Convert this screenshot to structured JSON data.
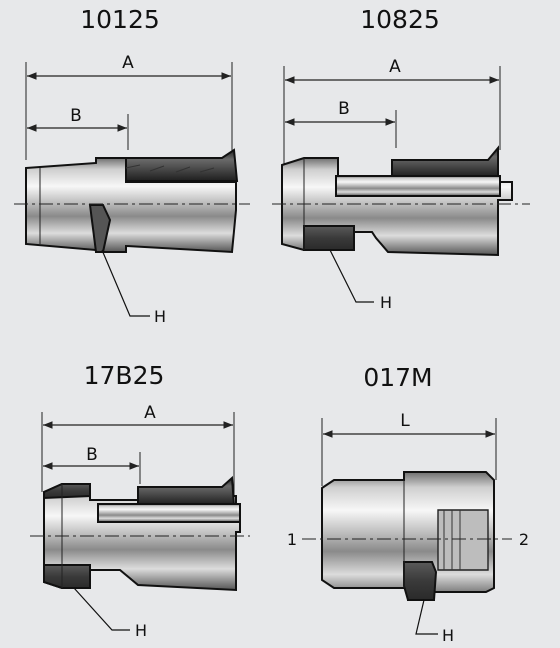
{
  "parts": [
    {
      "title": "10125",
      "dims": {
        "a": "A",
        "b": "B"
      },
      "callout": "H"
    },
    {
      "title": "10825",
      "dims": {
        "a": "A",
        "b": "B"
      },
      "callout": "H"
    },
    {
      "title": "17B25",
      "dims": {
        "a": "A",
        "b": "B"
      },
      "callout": "H"
    },
    {
      "title": "017M",
      "dims": {
        "l": "L"
      },
      "callout": "H",
      "ends": {
        "left": "1",
        "right": "2"
      }
    }
  ],
  "colors": {
    "background": "#e7e8ea",
    "steel_light": "#f4f4f4",
    "steel_mid": "#a9a9a9",
    "steel_dark": "#3f3f3f",
    "line": "#111111"
  }
}
